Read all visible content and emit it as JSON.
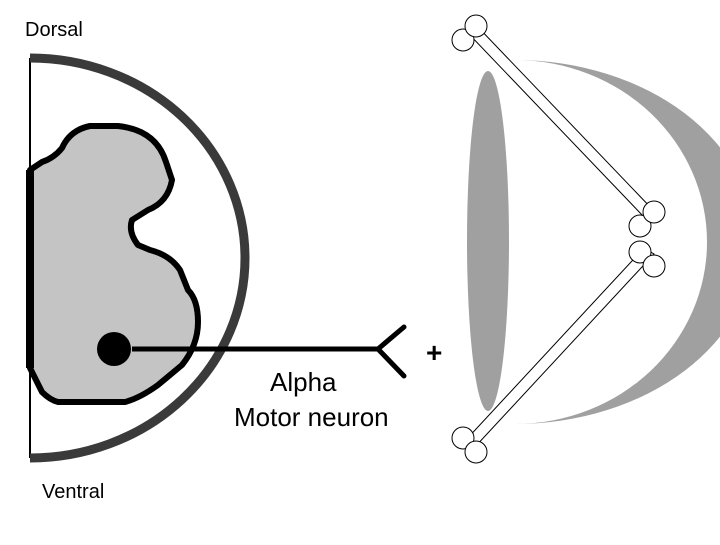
{
  "labels": {
    "dorsal": "Dorsal",
    "ventral": "Ventral",
    "neuron_line1": "Alpha",
    "neuron_line2": "Motor neuron",
    "sign": "+"
  },
  "colors": {
    "outline": "#000000",
    "spinal_cord_border": "#3a3a3a",
    "gray_matter": "#c4c4c4",
    "muscle": "#a0a0a0",
    "background": "#ffffff"
  }
}
